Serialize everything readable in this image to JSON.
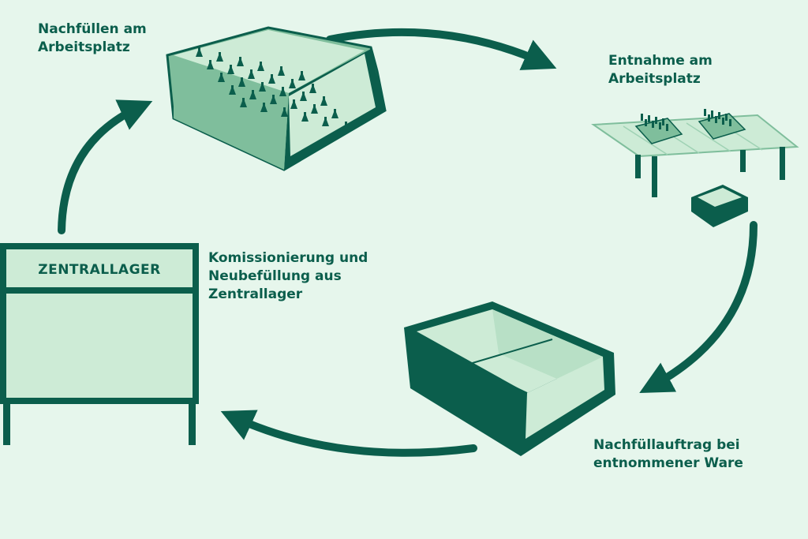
{
  "labels": {
    "refill": "Nachfüllen am\nArbeitsplatz",
    "take": "Entnahme am\nArbeitsplatz",
    "pick": "Komissionierung und\nNeubefüllung aus\nZentrallager",
    "order": "Nachfüllauftrag bei\nentnommener Ware"
  },
  "warehouse": {
    "title": "ZENTRALLAGER"
  },
  "colors": {
    "background": "#e6f6ec",
    "dark_green": "#0b5e4c",
    "mid_green": "#7fbe9c",
    "light_green": "#cdebd6"
  }
}
